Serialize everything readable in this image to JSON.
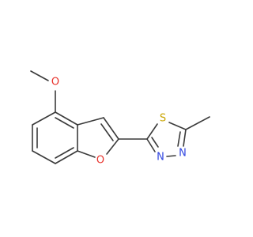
{
  "molecule": {
    "atoms": {
      "o_methoxy": {
        "label": "O",
        "color": "#e8302a"
      },
      "o_furan": {
        "label": "O",
        "color": "#e8302a"
      },
      "s": {
        "label": "S",
        "color": "#c9a400"
      },
      "n1": {
        "label": "N",
        "color": "#2f45e0"
      },
      "n2": {
        "label": "N",
        "color": "#2f45e0"
      }
    },
    "bond_color": "#3a3a3a",
    "background": "#ffffff"
  }
}
